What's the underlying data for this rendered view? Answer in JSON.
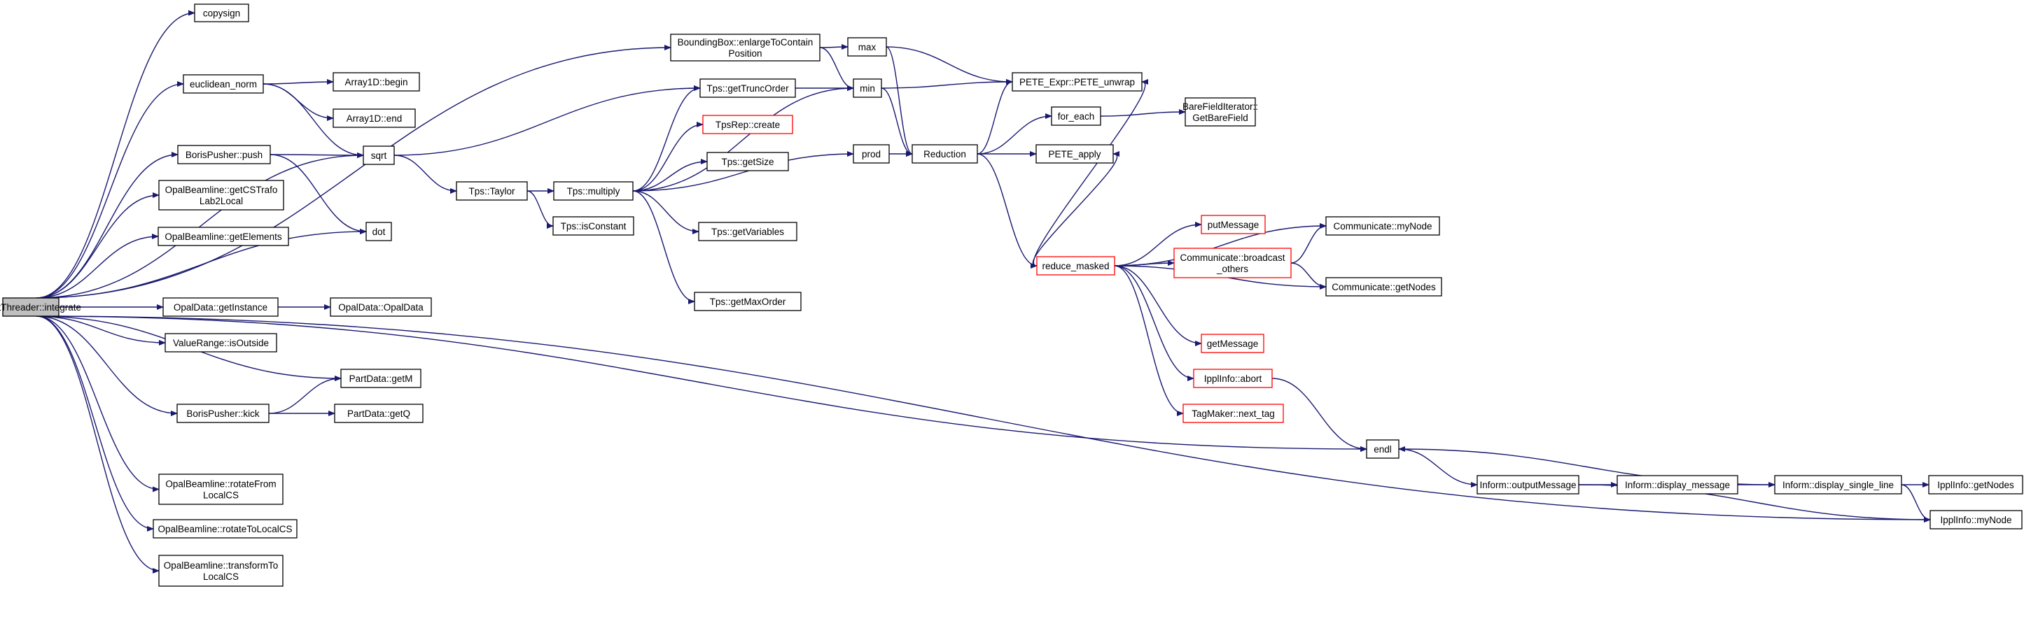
{
  "colors": {
    "background": "#ffffff",
    "edge": "#191970",
    "node_border": "#000000",
    "node_border_truncated": "#ff0000",
    "root_fill": "#bfbfbf",
    "node_fill": "#ffffff"
  },
  "graph": {
    "nodes": [
      {
        "id": "root",
        "lines": [
          "OrbitThreader::integrate"
        ],
        "style": "root"
      },
      {
        "id": "copysign",
        "lines": [
          "copysign"
        ],
        "style": "normal"
      },
      {
        "id": "bbox",
        "lines": [
          "BoundingBox::enlargeToContain",
          "Position"
        ],
        "style": "normal"
      },
      {
        "id": "eucl",
        "lines": [
          "euclidean_norm"
        ],
        "style": "normal"
      },
      {
        "id": "a1begin",
        "lines": [
          "Array1D::begin"
        ],
        "style": "normal"
      },
      {
        "id": "a1end",
        "lines": [
          "Array1D::end"
        ],
        "style": "normal"
      },
      {
        "id": "bpush",
        "lines": [
          "BorisPusher::push"
        ],
        "style": "normal"
      },
      {
        "id": "sqrt",
        "lines": [
          "sqrt"
        ],
        "style": "normal"
      },
      {
        "id": "cstrafo",
        "lines": [
          "OpalBeamline::getCSTrafo",
          "Lab2Local"
        ],
        "style": "normal"
      },
      {
        "id": "getelem",
        "lines": [
          "OpalBeamline::getElements"
        ],
        "style": "normal"
      },
      {
        "id": "dot",
        "lines": [
          "dot"
        ],
        "style": "normal"
      },
      {
        "id": "getinst",
        "lines": [
          "OpalData::getInstance"
        ],
        "style": "normal"
      },
      {
        "id": "opaldata",
        "lines": [
          "OpalData::OpalData"
        ],
        "style": "normal"
      },
      {
        "id": "isout",
        "lines": [
          "ValueRange::isOutside"
        ],
        "style": "normal"
      },
      {
        "id": "getm",
        "lines": [
          "PartData::getM"
        ],
        "style": "normal"
      },
      {
        "id": "kick",
        "lines": [
          "BorisPusher::kick"
        ],
        "style": "normal"
      },
      {
        "id": "getq",
        "lines": [
          "PartData::getQ"
        ],
        "style": "normal"
      },
      {
        "id": "rotfrom",
        "lines": [
          "OpalBeamline::rotateFrom",
          "LocalCS"
        ],
        "style": "normal"
      },
      {
        "id": "rotto",
        "lines": [
          "OpalBeamline::rotateToLocalCS"
        ],
        "style": "normal"
      },
      {
        "id": "transto",
        "lines": [
          "OpalBeamline::transformTo",
          "LocalCS"
        ],
        "style": "normal"
      },
      {
        "id": "taylor",
        "lines": [
          "Tps::Taylor"
        ],
        "style": "normal"
      },
      {
        "id": "multiply",
        "lines": [
          "Tps::multiply"
        ],
        "style": "normal"
      },
      {
        "id": "isconst",
        "lines": [
          "Tps::isConstant"
        ],
        "style": "normal"
      },
      {
        "id": "trunc",
        "lines": [
          "Tps::getTruncOrder"
        ],
        "style": "normal"
      },
      {
        "id": "tpsrep",
        "lines": [
          "TpsRep::create"
        ],
        "style": "truncated"
      },
      {
        "id": "getsize",
        "lines": [
          "Tps::getSize"
        ],
        "style": "normal"
      },
      {
        "id": "getvars",
        "lines": [
          "Tps::getVariables"
        ],
        "style": "normal"
      },
      {
        "id": "maxord",
        "lines": [
          "Tps::getMaxOrder"
        ],
        "style": "normal"
      },
      {
        "id": "max",
        "lines": [
          "max"
        ],
        "style": "normal"
      },
      {
        "id": "min",
        "lines": [
          "min"
        ],
        "style": "normal"
      },
      {
        "id": "prod",
        "lines": [
          "prod"
        ],
        "style": "normal"
      },
      {
        "id": "reduction",
        "lines": [
          "Reduction"
        ],
        "style": "normal"
      },
      {
        "id": "pete",
        "lines": [
          "PETE_Expr::PETE_unwrap"
        ],
        "style": "normal"
      },
      {
        "id": "foreach",
        "lines": [
          "for_each"
        ],
        "style": "normal"
      },
      {
        "id": "bfi",
        "lines": [
          "BareFieldIterator::",
          "GetBareField"
        ],
        "style": "normal"
      },
      {
        "id": "peteapply",
        "lines": [
          "PETE_apply"
        ],
        "style": "normal"
      },
      {
        "id": "redmask",
        "lines": [
          "reduce_masked"
        ],
        "style": "truncated"
      },
      {
        "id": "putmsg",
        "lines": [
          "putMessage"
        ],
        "style": "truncated"
      },
      {
        "id": "bcast",
        "lines": [
          "Communicate::broadcast",
          "_others"
        ],
        "style": "truncated"
      },
      {
        "id": "mynode",
        "lines": [
          "Communicate::myNode"
        ],
        "style": "normal"
      },
      {
        "id": "getnodes",
        "lines": [
          "Communicate::getNodes"
        ],
        "style": "normal"
      },
      {
        "id": "getmsg",
        "lines": [
          "getMessage"
        ],
        "style": "truncated"
      },
      {
        "id": "abort",
        "lines": [
          "IpplInfo::abort"
        ],
        "style": "truncated"
      },
      {
        "id": "nexttag",
        "lines": [
          "TagMaker::next_tag"
        ],
        "style": "truncated"
      },
      {
        "id": "endl",
        "lines": [
          "endl"
        ],
        "style": "normal"
      },
      {
        "id": "outmsg",
        "lines": [
          "Inform::outputMessage"
        ],
        "style": "normal"
      },
      {
        "id": "dispmsg",
        "lines": [
          "Inform::display_message"
        ],
        "style": "normal"
      },
      {
        "id": "dispsl",
        "lines": [
          "Inform::display_single_line"
        ],
        "style": "normal"
      },
      {
        "id": "ipgetnodes",
        "lines": [
          "IpplInfo::getNodes"
        ],
        "style": "normal"
      },
      {
        "id": "ipmynode",
        "lines": [
          "IpplInfo::myNode"
        ],
        "style": "normal"
      }
    ],
    "edges": [
      [
        "root",
        "copysign"
      ],
      [
        "root",
        "bbox"
      ],
      [
        "root",
        "eucl"
      ],
      [
        "root",
        "bpush"
      ],
      [
        "root",
        "cstrafo"
      ],
      [
        "root",
        "getelem"
      ],
      [
        "root",
        "dot"
      ],
      [
        "root",
        "getinst"
      ],
      [
        "root",
        "isout"
      ],
      [
        "root",
        "getm"
      ],
      [
        "root",
        "kick"
      ],
      [
        "root",
        "rotfrom"
      ],
      [
        "root",
        "rotto"
      ],
      [
        "root",
        "transto"
      ],
      [
        "root",
        "sqrt"
      ],
      [
        "root",
        "endl"
      ],
      [
        "root",
        "ipmynode"
      ],
      [
        "bbox",
        "max"
      ],
      [
        "bbox",
        "min"
      ],
      [
        "eucl",
        "a1begin"
      ],
      [
        "eucl",
        "a1end"
      ],
      [
        "eucl",
        "sqrt"
      ],
      [
        "bpush",
        "sqrt"
      ],
      [
        "bpush",
        "dot"
      ],
      [
        "getinst",
        "opaldata"
      ],
      [
        "kick",
        "getm"
      ],
      [
        "kick",
        "getq"
      ],
      [
        "sqrt",
        "trunc"
      ],
      [
        "sqrt",
        "taylor"
      ],
      [
        "taylor",
        "multiply"
      ],
      [
        "taylor",
        "isconst"
      ],
      [
        "multiply",
        "trunc"
      ],
      [
        "multiply",
        "tpsrep"
      ],
      [
        "multiply",
        "getsize"
      ],
      [
        "multiply",
        "getvars"
      ],
      [
        "multiply",
        "maxord"
      ],
      [
        "multiply",
        "min"
      ],
      [
        "multiply",
        "prod"
      ],
      [
        "trunc",
        "min"
      ],
      [
        "max",
        "pete"
      ],
      [
        "max",
        "reduction"
      ],
      [
        "min",
        "pete"
      ],
      [
        "min",
        "reduction"
      ],
      [
        "prod",
        "reduction"
      ],
      [
        "reduction",
        "pete"
      ],
      [
        "reduction",
        "foreach"
      ],
      [
        "reduction",
        "peteapply"
      ],
      [
        "reduction",
        "redmask"
      ],
      [
        "foreach",
        "bfi"
      ],
      [
        "redmask",
        "pete"
      ],
      [
        "redmask",
        "peteapply"
      ],
      [
        "redmask",
        "putmsg"
      ],
      [
        "redmask",
        "bcast"
      ],
      [
        "redmask",
        "mynode"
      ],
      [
        "redmask",
        "getnodes"
      ],
      [
        "redmask",
        "getmsg"
      ],
      [
        "redmask",
        "abort"
      ],
      [
        "redmask",
        "nexttag"
      ],
      [
        "bcast",
        "mynode"
      ],
      [
        "bcast",
        "getnodes"
      ],
      [
        "abort",
        "endl"
      ],
      [
        "endl",
        "outmsg"
      ],
      [
        "outmsg",
        "dispmsg"
      ],
      [
        "outmsg",
        "ipmynode"
      ],
      [
        "dispmsg",
        "dispsl"
      ],
      [
        "dispsl",
        "endl"
      ],
      [
        "dispsl",
        "ipgetnodes"
      ],
      [
        "dispsl",
        "ipmynode"
      ]
    ]
  }
}
